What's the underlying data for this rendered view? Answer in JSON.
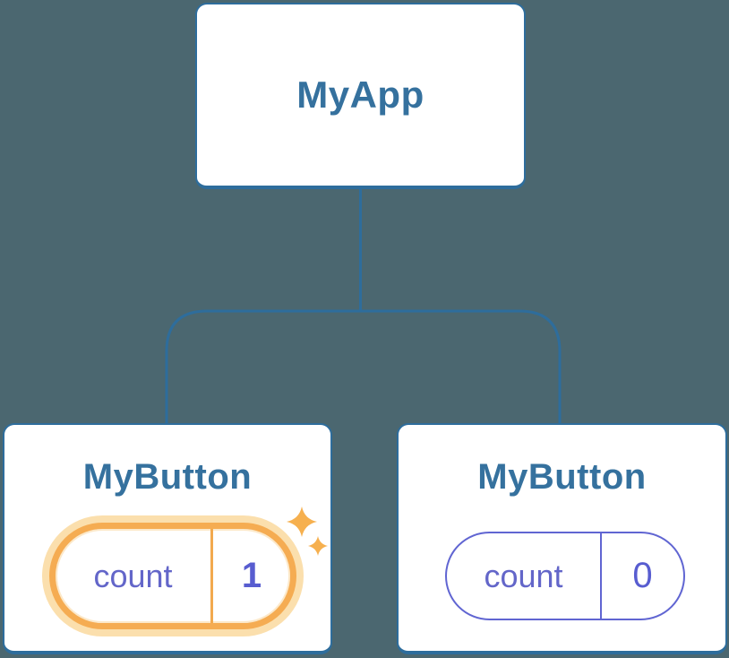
{
  "diagram": {
    "type": "component-tree",
    "root": {
      "label": "MyApp"
    },
    "children": [
      {
        "label": "MyButton",
        "state": {
          "name": "count",
          "value": "1"
        },
        "highlighted": true
      },
      {
        "label": "MyButton",
        "state": {
          "name": "count",
          "value": "0"
        },
        "highlighted": false
      }
    ]
  },
  "icons": {
    "sparkles": "four-point-sparkle-stars"
  },
  "colors": {
    "background": "#4b6770",
    "node_fill": "#ffffff",
    "node_border": "#2e6d9c",
    "node_label": "#35719e",
    "connector": "#2e6d9c",
    "state_name_text": "#6366c9",
    "state_value_text": "#585dd0",
    "plain_pill_border": "#6065d2",
    "highlight_pill_border": "#f5ac52",
    "highlight_pill_glow": "#fbdfad",
    "sparkle": "#f6b04f"
  }
}
